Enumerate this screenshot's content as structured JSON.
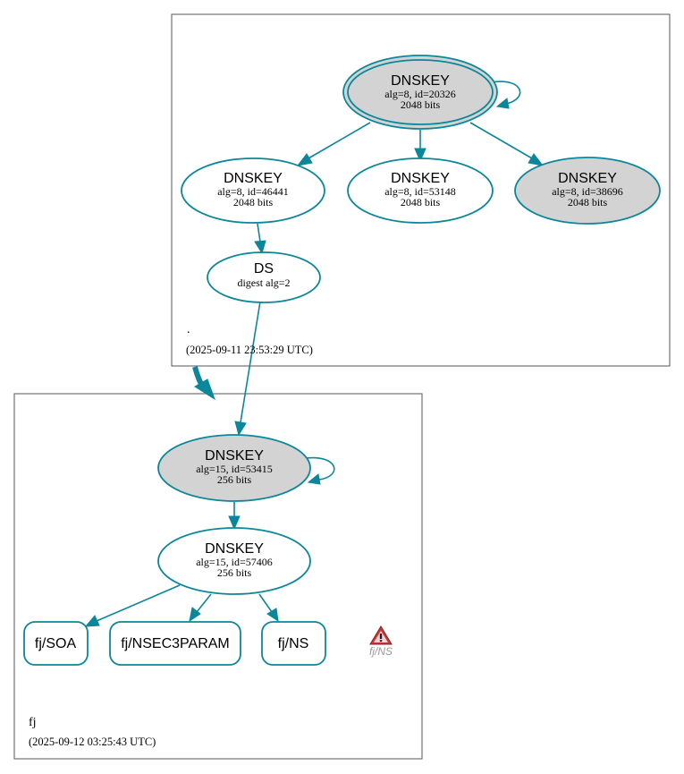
{
  "colors": {
    "edge": "#0a879a",
    "key_fill_sep": "#d3d3d3",
    "key_fill": "#ffffff",
    "warning": "#c43b3b",
    "warning_label": "#9a9a9a"
  },
  "zones": {
    "root": {
      "name": ".",
      "timestamp": "(2025-09-11 23:53:29 UTC)",
      "nodes": {
        "ksk": {
          "title": "DNSKEY",
          "line1": "alg=8, id=20326",
          "line2": "2048 bits"
        },
        "k46441": {
          "title": "DNSKEY",
          "line1": "alg=8, id=46441",
          "line2": "2048 bits"
        },
        "k53148": {
          "title": "DNSKEY",
          "line1": "alg=8, id=53148",
          "line2": "2048 bits"
        },
        "k38696": {
          "title": "DNSKEY",
          "line1": "alg=8, id=38696",
          "line2": "2048 bits"
        },
        "ds": {
          "title": "DS",
          "line1": "digest alg=2"
        }
      }
    },
    "fj": {
      "name": "fj",
      "timestamp": "(2025-09-12 03:25:43 UTC)",
      "nodes": {
        "ksk": {
          "title": "DNSKEY",
          "line1": "alg=15, id=53415",
          "line2": "256 bits"
        },
        "zsk": {
          "title": "DNSKEY",
          "line1": "alg=15, id=57406",
          "line2": "256 bits"
        }
      },
      "records": {
        "soa": "fj/SOA",
        "nsec3param": "fj/NSEC3PARAM",
        "ns": "fj/NS"
      },
      "warning": {
        "icon": "warning-triangle-icon",
        "label": "fj/NS"
      }
    }
  }
}
